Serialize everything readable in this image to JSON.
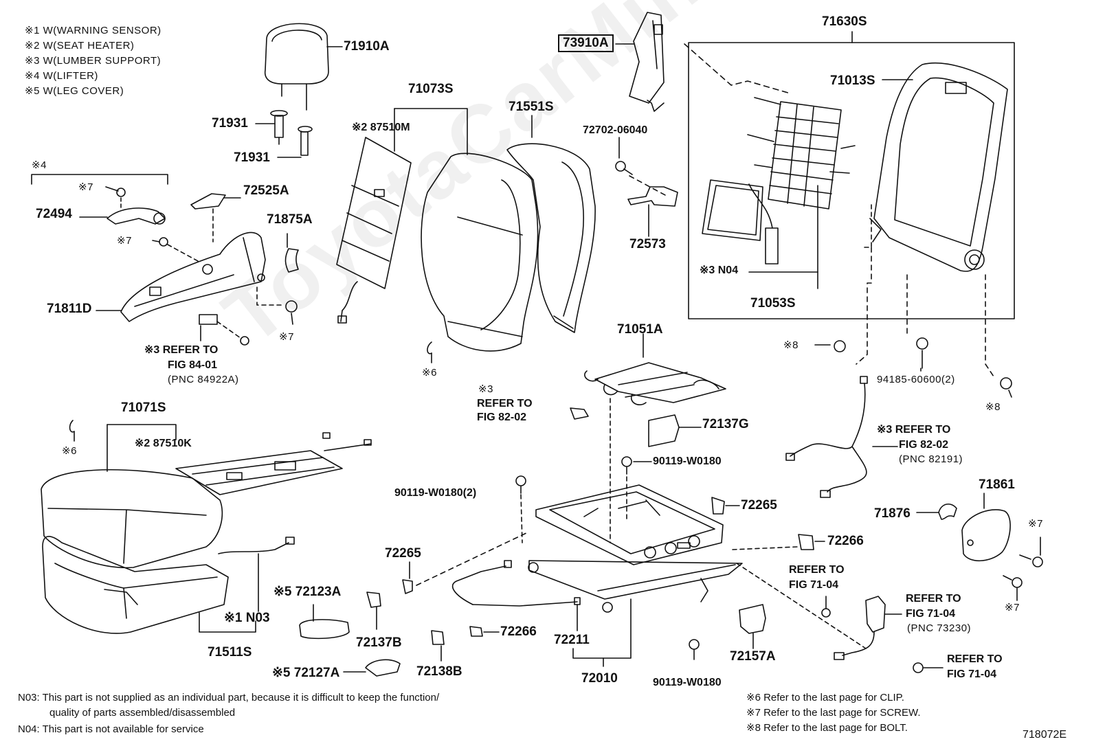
{
  "legend": [
    "※1 W(WARNING SENSOR)",
    "※2 W(SEAT HEATER)",
    "※3 W(LUMBER SUPPORT)",
    "※4 W(LIFTER)",
    "※5 W(LEG COVER)"
  ],
  "watermark": "ToyotaCarMine.ru",
  "parts": {
    "p71910A": "71910A",
    "p71931a": "71931",
    "p71931b": "71931",
    "p71073S": "71073S",
    "p87510M": "※2 87510M",
    "p71551S": "71551S",
    "p73910A": "73910A",
    "p72702": "72702-06040",
    "p72573": "72573",
    "p71630S": "71630S",
    "p71013S": "71013S",
    "pN04": "※3 N04",
    "p71053S": "71053S",
    "p4": "※4",
    "p7a": "※7",
    "p72494": "72494",
    "p72525A": "72525A",
    "p71875A": "71875A",
    "p7b": "※7",
    "p71811D": "71811D",
    "p7c": "※7",
    "pRef8401a": "※3 REFER TO",
    "pRef8401b": "FIG 84-01",
    "pRef8401c": "(PNC 84922A)",
    "p6a": "※6",
    "p8a": "※8",
    "p94185": "94185-60600(2)",
    "p8b": "※8",
    "p71051A": "71051A",
    "pRef8202a": "※3",
    "pRef8202b": "REFER TO",
    "pRef8202c": "FIG 82-02",
    "p72137G": "72137G",
    "p90119a": "90119-W0180",
    "pRef82191a": "※3 REFER TO",
    "pRef82191b": "FIG 82-02",
    "pRef82191c": "(PNC 82191)",
    "p71071S": "71071S",
    "p6b": "※6",
    "p87510K": "※2 87510K",
    "p90119b": "90119-W0180(2)",
    "p72265a": "72265",
    "p72265b": "72265",
    "p71861": "71861",
    "p71876": "71876",
    "p7d": "※7",
    "p72266a": "72266",
    "pRef7104a1": "REFER TO",
    "pRef7104a2": "FIG 71-04",
    "pRef7104b1": "REFER TO",
    "pRef7104b2": "FIG 71-04",
    "pRef7104b3": "(PNC 73230)",
    "p7e": "※7",
    "p72123A": "※5 72123A",
    "pN03": "※1 N03",
    "p71511S": "71511S",
    "p72137B": "72137B",
    "p72266b": "72266",
    "p72211": "72211",
    "p72138B": "72138B",
    "p72127A": "※5 72127A",
    "p72010": "72010",
    "p72157A": "72157A",
    "p90119c": "90119-W0180",
    "pRef7104c1": "REFER TO",
    "pRef7104c2": "FIG 71-04"
  },
  "notes": {
    "n03a": "N03: This part is not supplied as an individual part, because it is difficult to keep the function/",
    "n03b": "quality of parts assembled/disassembled",
    "n04": "N04: This part is not available for service",
    "r6": "※6 Refer to the last page for CLIP.",
    "r7": "※7 Refer to the last page for SCREW.",
    "r8": "※8 Refer to the last page for BOLT."
  },
  "figure_id": "718072E"
}
